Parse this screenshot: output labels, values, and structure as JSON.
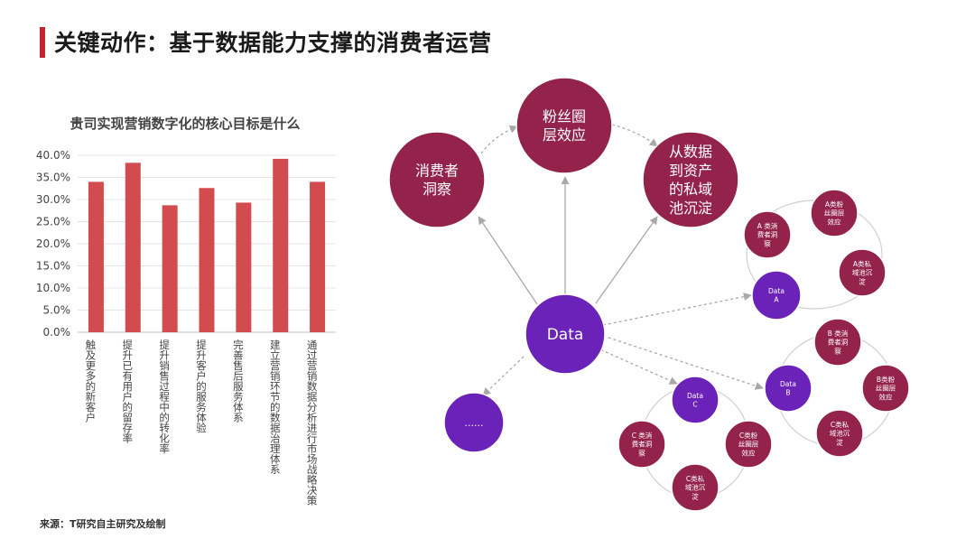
{
  "page": {
    "title": "关键动作：基于数据能力支撑的消费者运营",
    "source": "来源：T研究自主研究及绘制"
  },
  "chart_data": {
    "type": "bar",
    "title": "贵司实现营销数字化的核心目标是什么",
    "categories": [
      "触及更多的新客户",
      "提升已有用户的留存率",
      "提升销售过程中的转化率",
      "提升客户的服务体验",
      "完善售后服务体系",
      "建立营销环节的数据治理体系",
      "通过营销数据分析进行市场战略决策"
    ],
    "values": [
      34.0,
      38.3,
      28.7,
      32.6,
      29.3,
      39.2,
      34.0
    ],
    "ylim": [
      0,
      40
    ],
    "yticks": [
      "0.0%",
      "5.0%",
      "10.0%",
      "15.0%",
      "20.0%",
      "25.0%",
      "30.0%",
      "35.0%",
      "40.0%"
    ],
    "grid": true,
    "colors": {
      "bar": "#d24b4f"
    }
  },
  "diagram": {
    "colors": {
      "crimson": "#93234a",
      "purple": "#6a22b8",
      "arrow": "#a8a8a8"
    },
    "center": "Data",
    "big_nodes": [
      "消费者\n洞察",
      "粉丝圈\n层效应",
      "从数据\n到资产\n的私域\n池沉淀"
    ],
    "ellipsis": "......",
    "cluster_a": {
      "data": "Data\nA",
      "n1": "A 类消\n费者洞\n察",
      "n2": "A类粉\n丝圈层\n效应",
      "n3": "A类私\n域池沉\n淀"
    },
    "cluster_b": {
      "data": "Data\nB",
      "n1": "B 类消\n费者洞\n察",
      "n2": "B类粉\n丝圈层\n效应",
      "n3": "C类私\n域池沉\n淀"
    },
    "cluster_c": {
      "data": "Data\nC",
      "n1": "C 类消\n费者洞\n察",
      "n2": "C类粉\n丝圈层\n效应",
      "n3": "C类私\n域池沉\n淀"
    }
  }
}
